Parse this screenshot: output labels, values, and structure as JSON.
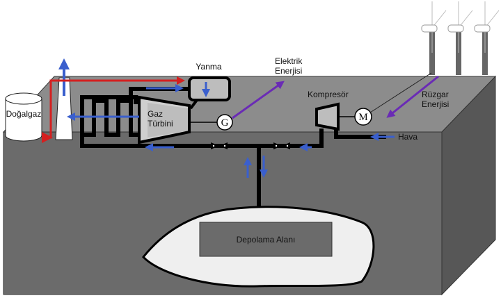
{
  "diagram": {
    "title": "Compressed Air Energy Storage",
    "labels": {
      "natural_gas": "Doğalgaz",
      "combustion": "Yanma",
      "gas_turbine_line1": "Gaz",
      "gas_turbine_line2": "Türbini",
      "electric_energy_line1": "Elektrik",
      "electric_energy_line2": "Enerjisi",
      "compressor": "Kompresör",
      "wind_energy_line1": "Rüzgar",
      "wind_energy_line2": "Enerjisi",
      "air": "Hava",
      "storage": "Depolama Alanı",
      "generator": "G",
      "motor": "M"
    },
    "colors": {
      "ground_front": "#6b6b6b",
      "ground_top": "#8c8c8c",
      "ground_side": "#575757",
      "pipe": "#000000",
      "air_flow": "#3a5fcd",
      "gas_flow": "#d42020",
      "energy_flow": "#6a2bb5",
      "cavern_fill": "#efefef",
      "storage_box": "#6b6b6b"
    },
    "turbine_count": 3
  }
}
